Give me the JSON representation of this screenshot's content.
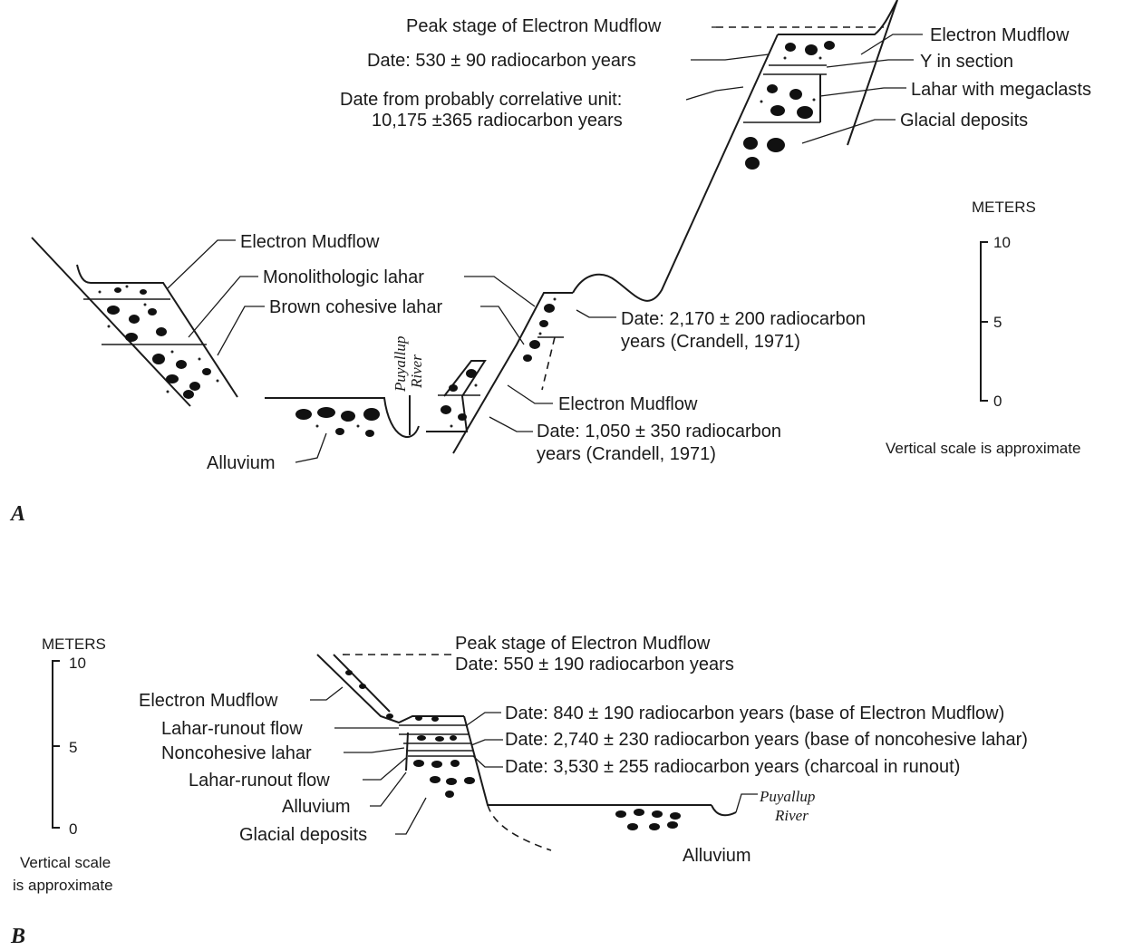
{
  "panel_a": {
    "letter": "A",
    "peak_stage": "Peak stage of Electron Mudflow",
    "date_530": "Date:  530 ± 90 radiocarbon years",
    "date_correlative_1": "Date from probably correlative unit:",
    "date_correlative_2": "10,175 ±365 radiocarbon years",
    "electron_mudflow_top": "Electron Mudflow",
    "y_in_section": "Y in section",
    "lahar_megaclasts": "Lahar with megaclasts",
    "glacial_deposits": "Glacial deposits",
    "electron_mudflow_left": "Electron Mudflow",
    "monolithologic_lahar": "Monolithologic lahar",
    "brown_cohesive_lahar": "Brown cohesive lahar",
    "river_1": "Puyallup",
    "river_2": "River",
    "date_2170_1": "Date:  2,170 ± 200 radiocarbon",
    "date_2170_2": "years (Crandell, 1971)",
    "electron_mudflow_mid": "Electron Mudflow",
    "date_1050_1": "Date:  1,050 ± 350 radiocarbon",
    "date_1050_2": "years (Crandell, 1971)",
    "alluvium": "Alluvium",
    "scale_title": "METERS",
    "scale_10": "10",
    "scale_5": "5",
    "scale_0": "0",
    "scale_note": "Vertical scale is approximate"
  },
  "panel_b": {
    "letter": "B",
    "scale_title": "METERS",
    "scale_10": "10",
    "scale_5": "5",
    "scale_0": "0",
    "scale_note_1": "Vertical scale",
    "scale_note_2": "is approximate",
    "peak_stage": "Peak stage of Electron Mudflow",
    "date_550": "Date:  550 ± 190 radiocarbon years",
    "electron_mudflow": "Electron Mudflow",
    "lahar_runout_1": "Lahar-runout flow",
    "noncohesive_lahar": "Noncohesive lahar",
    "lahar_runout_2": "Lahar-runout flow",
    "alluvium_left": "Alluvium",
    "glacial_deposits": "Glacial deposits",
    "date_840": "Date:  840 ± 190 radiocarbon years (base of Electron Mudflow)",
    "date_2740": "Date:  2,740 ± 230 radiocarbon years (base of noncohesive lahar)",
    "date_3530": "Date:  3,530 ± 255 radiocarbon years (charcoal in runout)",
    "river_1": "Puyallup",
    "river_2": "River",
    "alluvium_right": "Alluvium"
  }
}
